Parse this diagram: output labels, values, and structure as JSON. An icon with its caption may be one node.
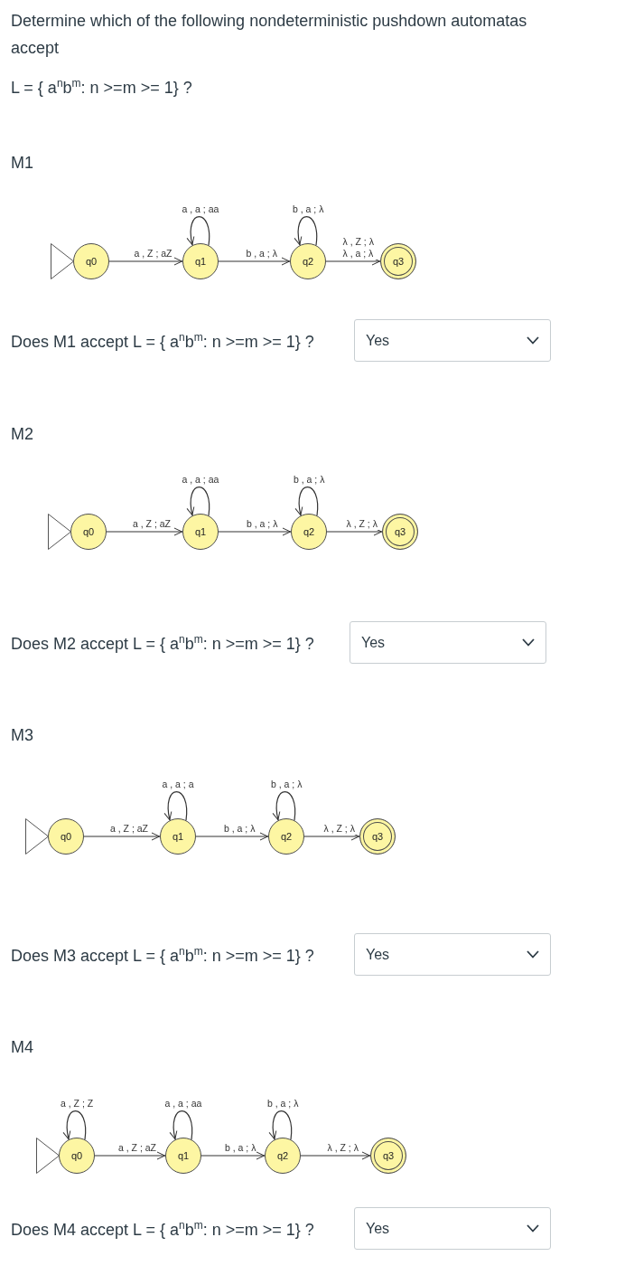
{
  "diagram": {
    "title": "Determine which of the following nondeterministic pushdown automatas accept",
    "nodes": [
      {
        "text": [
          "q0"
        ]
      },
      {
        "text": [
          "q1"
        ]
      },
      {
        "text": [
          "q2"
        ]
      },
      {
        "text": [
          "q3"
        ]
      },
      {
        "text": [
          "q0"
        ]
      },
      {
        "text": [
          "q1"
        ]
      },
      {
        "text": [
          "q2"
        ]
      },
      {
        "text": [
          "q3"
        ]
      },
      {
        "text": [
          "q0"
        ]
      },
      {
        "text": [
          "q1"
        ]
      },
      {
        "text": [
          "q2"
        ]
      },
      {
        "text": [
          "q3"
        ]
      },
      {
        "text": [
          "q0"
        ]
      },
      {
        "text": [
          "q1"
        ]
      },
      {
        "text": [
          "q2"
        ]
      },
      {
        "text": [
          "q3"
        ]
      }
    ],
    "edges": [
      {
        "from": 0,
        "to": 1,
        "arrow": "to",
        "label": "a , Z ; aZ"
      },
      {
        "from": 1,
        "to": 1,
        "arrow": "to",
        "label": "a , a ; aa"
      },
      {
        "from": 1,
        "to": 2,
        "arrow": "to",
        "label": "b , a ; λ"
      },
      {
        "from": 2,
        "to": 2,
        "arrow": "to",
        "label": "b , a ; λ"
      },
      {
        "from": 2,
        "to": 3,
        "arrow": "to",
        "label": "λ , Z ; λ λ , a ; λ"
      },
      {
        "from": 4,
        "to": 5,
        "arrow": "to",
        "label": "a , Z ; aZ"
      },
      {
        "from": 5,
        "to": 5,
        "arrow": "to",
        "label": "a , a ; aa"
      },
      {
        "from": 5,
        "to": 6,
        "arrow": "to",
        "label": "b , a ; λ"
      },
      {
        "from": 6,
        "to": 6,
        "arrow": "to",
        "label": "b , a ; λ"
      },
      {
        "from": 6,
        "to": 7,
        "arrow": "to",
        "label": "λ , Z ; λ"
      },
      {
        "from": 8,
        "to": 9,
        "arrow": "to",
        "label": "a , Z ; aZ"
      },
      {
        "from": 9,
        "to": 9,
        "arrow": "to",
        "label": "a , a ; a"
      },
      {
        "from": 9,
        "to": 10,
        "arrow": "to",
        "label": "b , a ; λ"
      },
      {
        "from": 10,
        "to": 10,
        "arrow": "to",
        "label": "b , a ; λ"
      },
      {
        "from": 10,
        "to": 11,
        "arrow": "to",
        "label": "λ , Z ; λ"
      },
      {
        "from": 12,
        "to": 12,
        "arrow": "to",
        "label": "a , Z ; Z"
      },
      {
        "from": 12,
        "to": 13,
        "arrow": "to",
        "label": "a , Z ; aZ"
      },
      {
        "from": 13,
        "to": 13,
        "arrow": "to",
        "label": "a , a ; aa"
      },
      {
        "from": 13,
        "to": 14,
        "arrow": "to",
        "label": "b , a ; λ"
      },
      {
        "from": 14,
        "to": 14,
        "arrow": "to",
        "label": "b , a ; λ"
      },
      {
        "from": 14,
        "to": 15,
        "arrow": "to",
        "label": "λ , Z ; λ"
      }
    ],
    "labels": [
      "L = { a$^{n}$b$^{m}$: n >=m >= 1} ?",
      "M1",
      "Does M1 accept L = { a$^{n}$b$^{m}$: n >=m >= 1} ?",
      "Yes",
      "M2",
      "Does M2 accept L = { a$^{n}$b$^{m}$: n >=m >= 1} ?",
      "Yes",
      "M3",
      "Does M3 accept L = { a$^{n}$b$^{m}$: n >=m >= 1} ?",
      "Yes",
      "M4",
      "Does M4 accept L = { a$^{n}$b$^{m}$: n >=m >= 1} ?",
      "Yes"
    ]
  }
}
